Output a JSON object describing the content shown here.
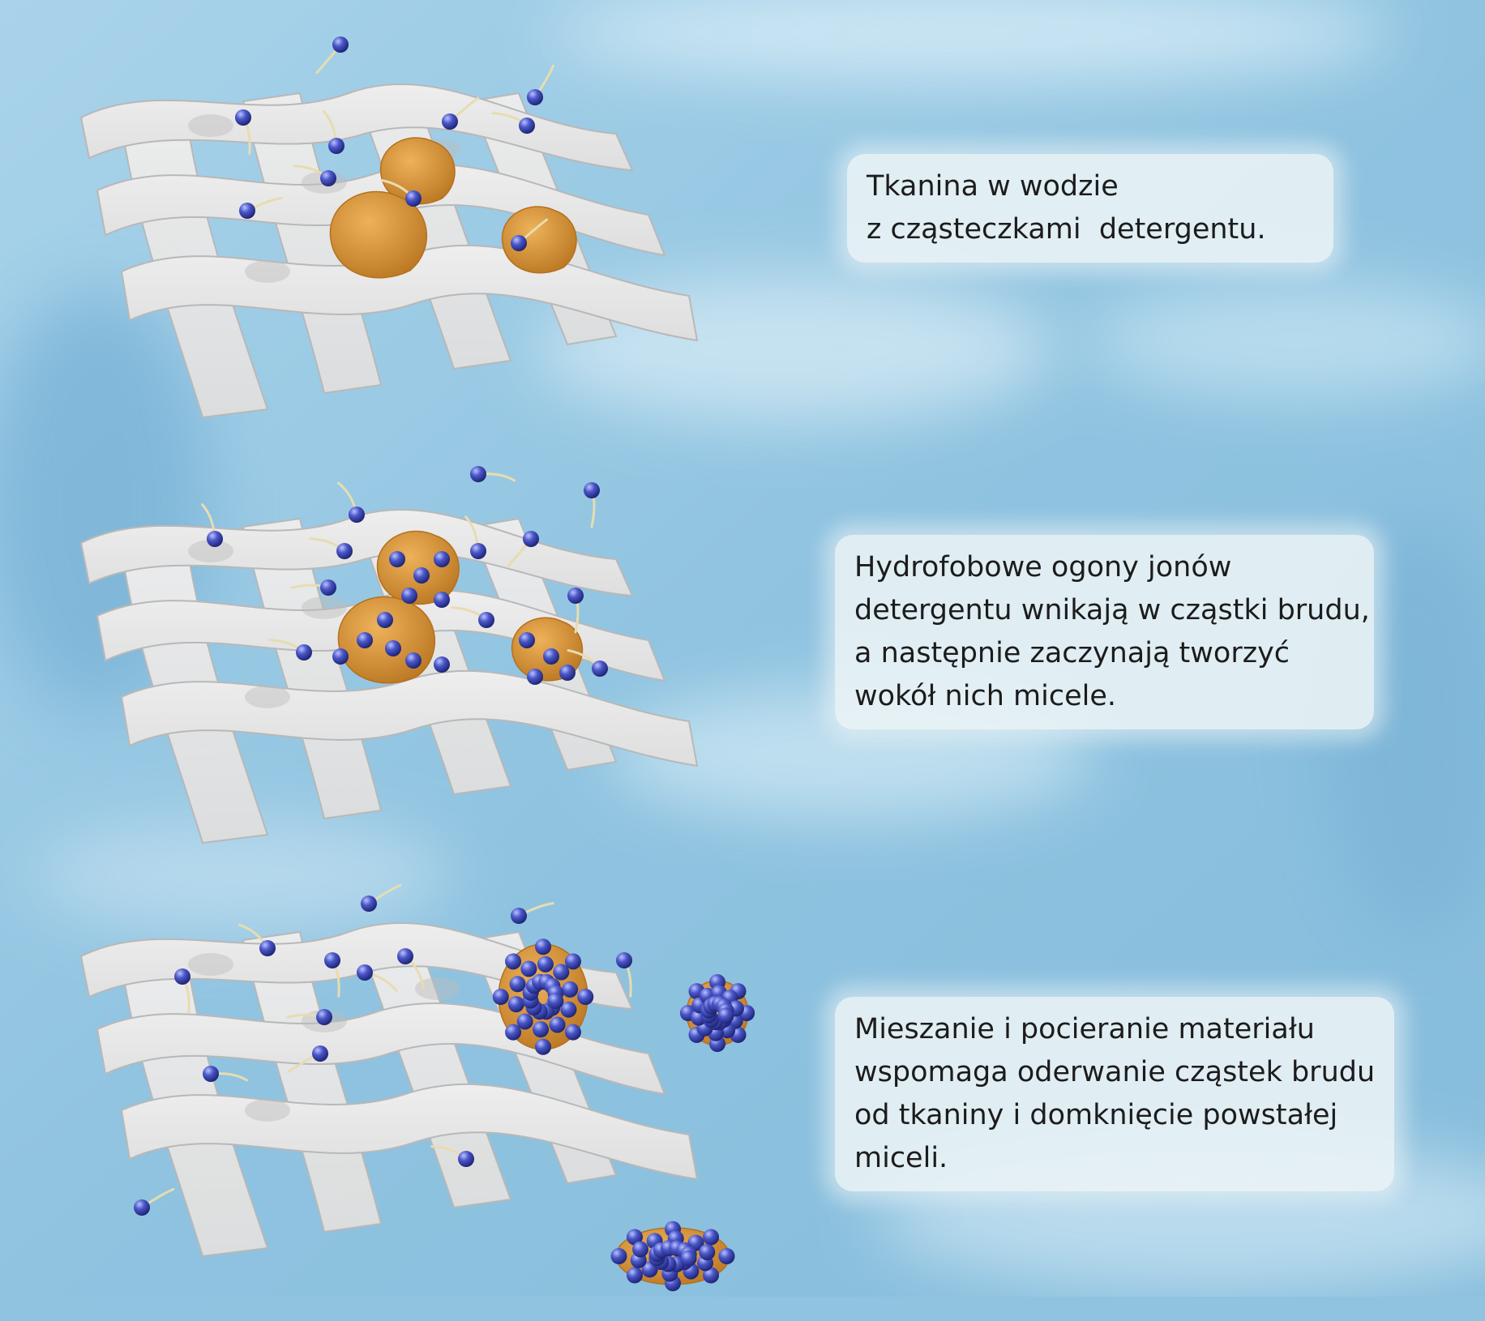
{
  "colors": {
    "water_light": "#cde8f4",
    "water": "#8fc3e0",
    "water_deep": "#6aaed6",
    "fabric": "#dedede",
    "fabric_shade": "#b8b8b8",
    "dirt": "#d7922f",
    "dirt_shade": "#b5701c",
    "molecule_head": "#4a56c8",
    "molecule_tail": "#e7dcb0",
    "caption_bg": "#ecf4f6"
  },
  "stages": [
    {
      "id": "stage-1",
      "caption_lines": [
        "Tkanina w wodzie",
        "z cząsteczkami  detergentu."
      ],
      "dirt_coverage": "few"
    },
    {
      "id": "stage-2",
      "caption_lines": [
        "Hydrofobowe ogony jonów",
        "detergentu wnikają w cząstki brudu,",
        "a następnie zaczynają tworzyć",
        "wokół nich micele."
      ],
      "dirt_coverage": "partial"
    },
    {
      "id": "stage-3",
      "caption_lines": [
        "Mieszanie i pocieranie materiału",
        "wspomaga oderwanie cząstek brudu",
        "od tkaniny i domknięcie powstałej",
        "miceli."
      ],
      "dirt_coverage": "full"
    }
  ]
}
